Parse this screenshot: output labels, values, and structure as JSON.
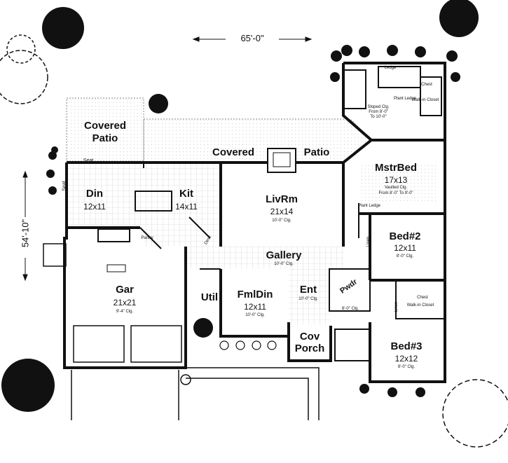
{
  "dimensions": {
    "width": "65'-0\"",
    "depth": "54'-10\""
  },
  "rooms": {
    "covered_patio_left": {
      "name_line1": "Covered",
      "name_line2": "Patio"
    },
    "covered_patio_top": {
      "name": "Covered",
      "name2": "Patio"
    },
    "din": {
      "name": "Din",
      "size": "12x11"
    },
    "kit": {
      "name": "Kit",
      "size": "14x11"
    },
    "livrm": {
      "name": "LivRm",
      "size": "21x14",
      "note": "10'-0\" Clg."
    },
    "mstrbed": {
      "name": "MstrBed",
      "size": "17x13",
      "note1": "Vaulted Clg.",
      "note2": "From 8'-0\" To 9'-0\""
    },
    "bed2": {
      "name": "Bed#2",
      "size": "12x11",
      "note": "8'-0\" Clg."
    },
    "bed3": {
      "name": "Bed#3",
      "size": "12x12",
      "note": "8'-0\" Clg."
    },
    "gar": {
      "name": "Gar",
      "size": "21x21",
      "note": "9'-4\" Clg."
    },
    "fmldin": {
      "name": "FmlDin",
      "size": "12x11",
      "note": "10'-0\" Clg."
    },
    "gallery": {
      "name": "Gallery",
      "note": "10'-0\" Clg."
    },
    "ent": {
      "name": "Ent",
      "note": "10'-0\" Clg."
    },
    "util": {
      "name": "Util"
    },
    "pwdr": {
      "name": "Pwdr"
    },
    "cov_porch": {
      "name_line1": "Cov",
      "name_line2": "Porch"
    }
  },
  "small_labels": {
    "seat_top": "Seat",
    "seat_side": "Seat",
    "pantry": "Pantry",
    "desk": "Desk",
    "ledge": "Ledge",
    "chest_top": "Chest",
    "plant_ledge_top": "Plant Ledge",
    "walkin_closet_top": "Walk-in Closet",
    "sloped_clg_1": "Sloped Clg.",
    "sloped_clg_2": "From 8'-0\"",
    "sloped_clg_3": "To 10'-0\"",
    "plant_ledge_mid": "Plant Ledge",
    "linen_1": "Linen",
    "linen_2": "Linen",
    "bath_clg": "8'-0\" Clg.",
    "chest_bottom": "Chest",
    "walkin_closet_bottom": "Walk-in Closet"
  }
}
